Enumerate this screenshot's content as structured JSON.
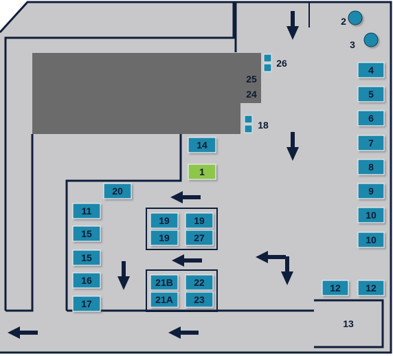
{
  "colors": {
    "floor": "#c8c8cb",
    "wall": "#0f1e3a",
    "block": "#6b6b6b",
    "box": "#1a88ab",
    "box_highlight": "#8dc64a",
    "arrow": "#0f1e3a"
  },
  "icons": [
    "arrow-down-icon",
    "arrow-left-icon"
  ],
  "labels": {
    "b1": "1",
    "c2": "2",
    "c3": "3",
    "b4": "4",
    "b5": "5",
    "b6": "6",
    "b7": "7",
    "b8": "8",
    "b9": "9",
    "b10a": "10",
    "b10b": "10",
    "b11": "11",
    "b12a": "12",
    "b12b": "12",
    "z13": "13",
    "b14": "14",
    "b15a": "15",
    "b15b": "15",
    "b16": "16",
    "b17": "17",
    "s18": "18",
    "b19a": "19",
    "b19b": "19",
    "b19c": "19",
    "b20": "20",
    "b21a": "21A",
    "b21b": "21B",
    "b22": "22",
    "b23": "23",
    "t24": "24",
    "t25": "25",
    "s26": "26",
    "b27": "27"
  }
}
